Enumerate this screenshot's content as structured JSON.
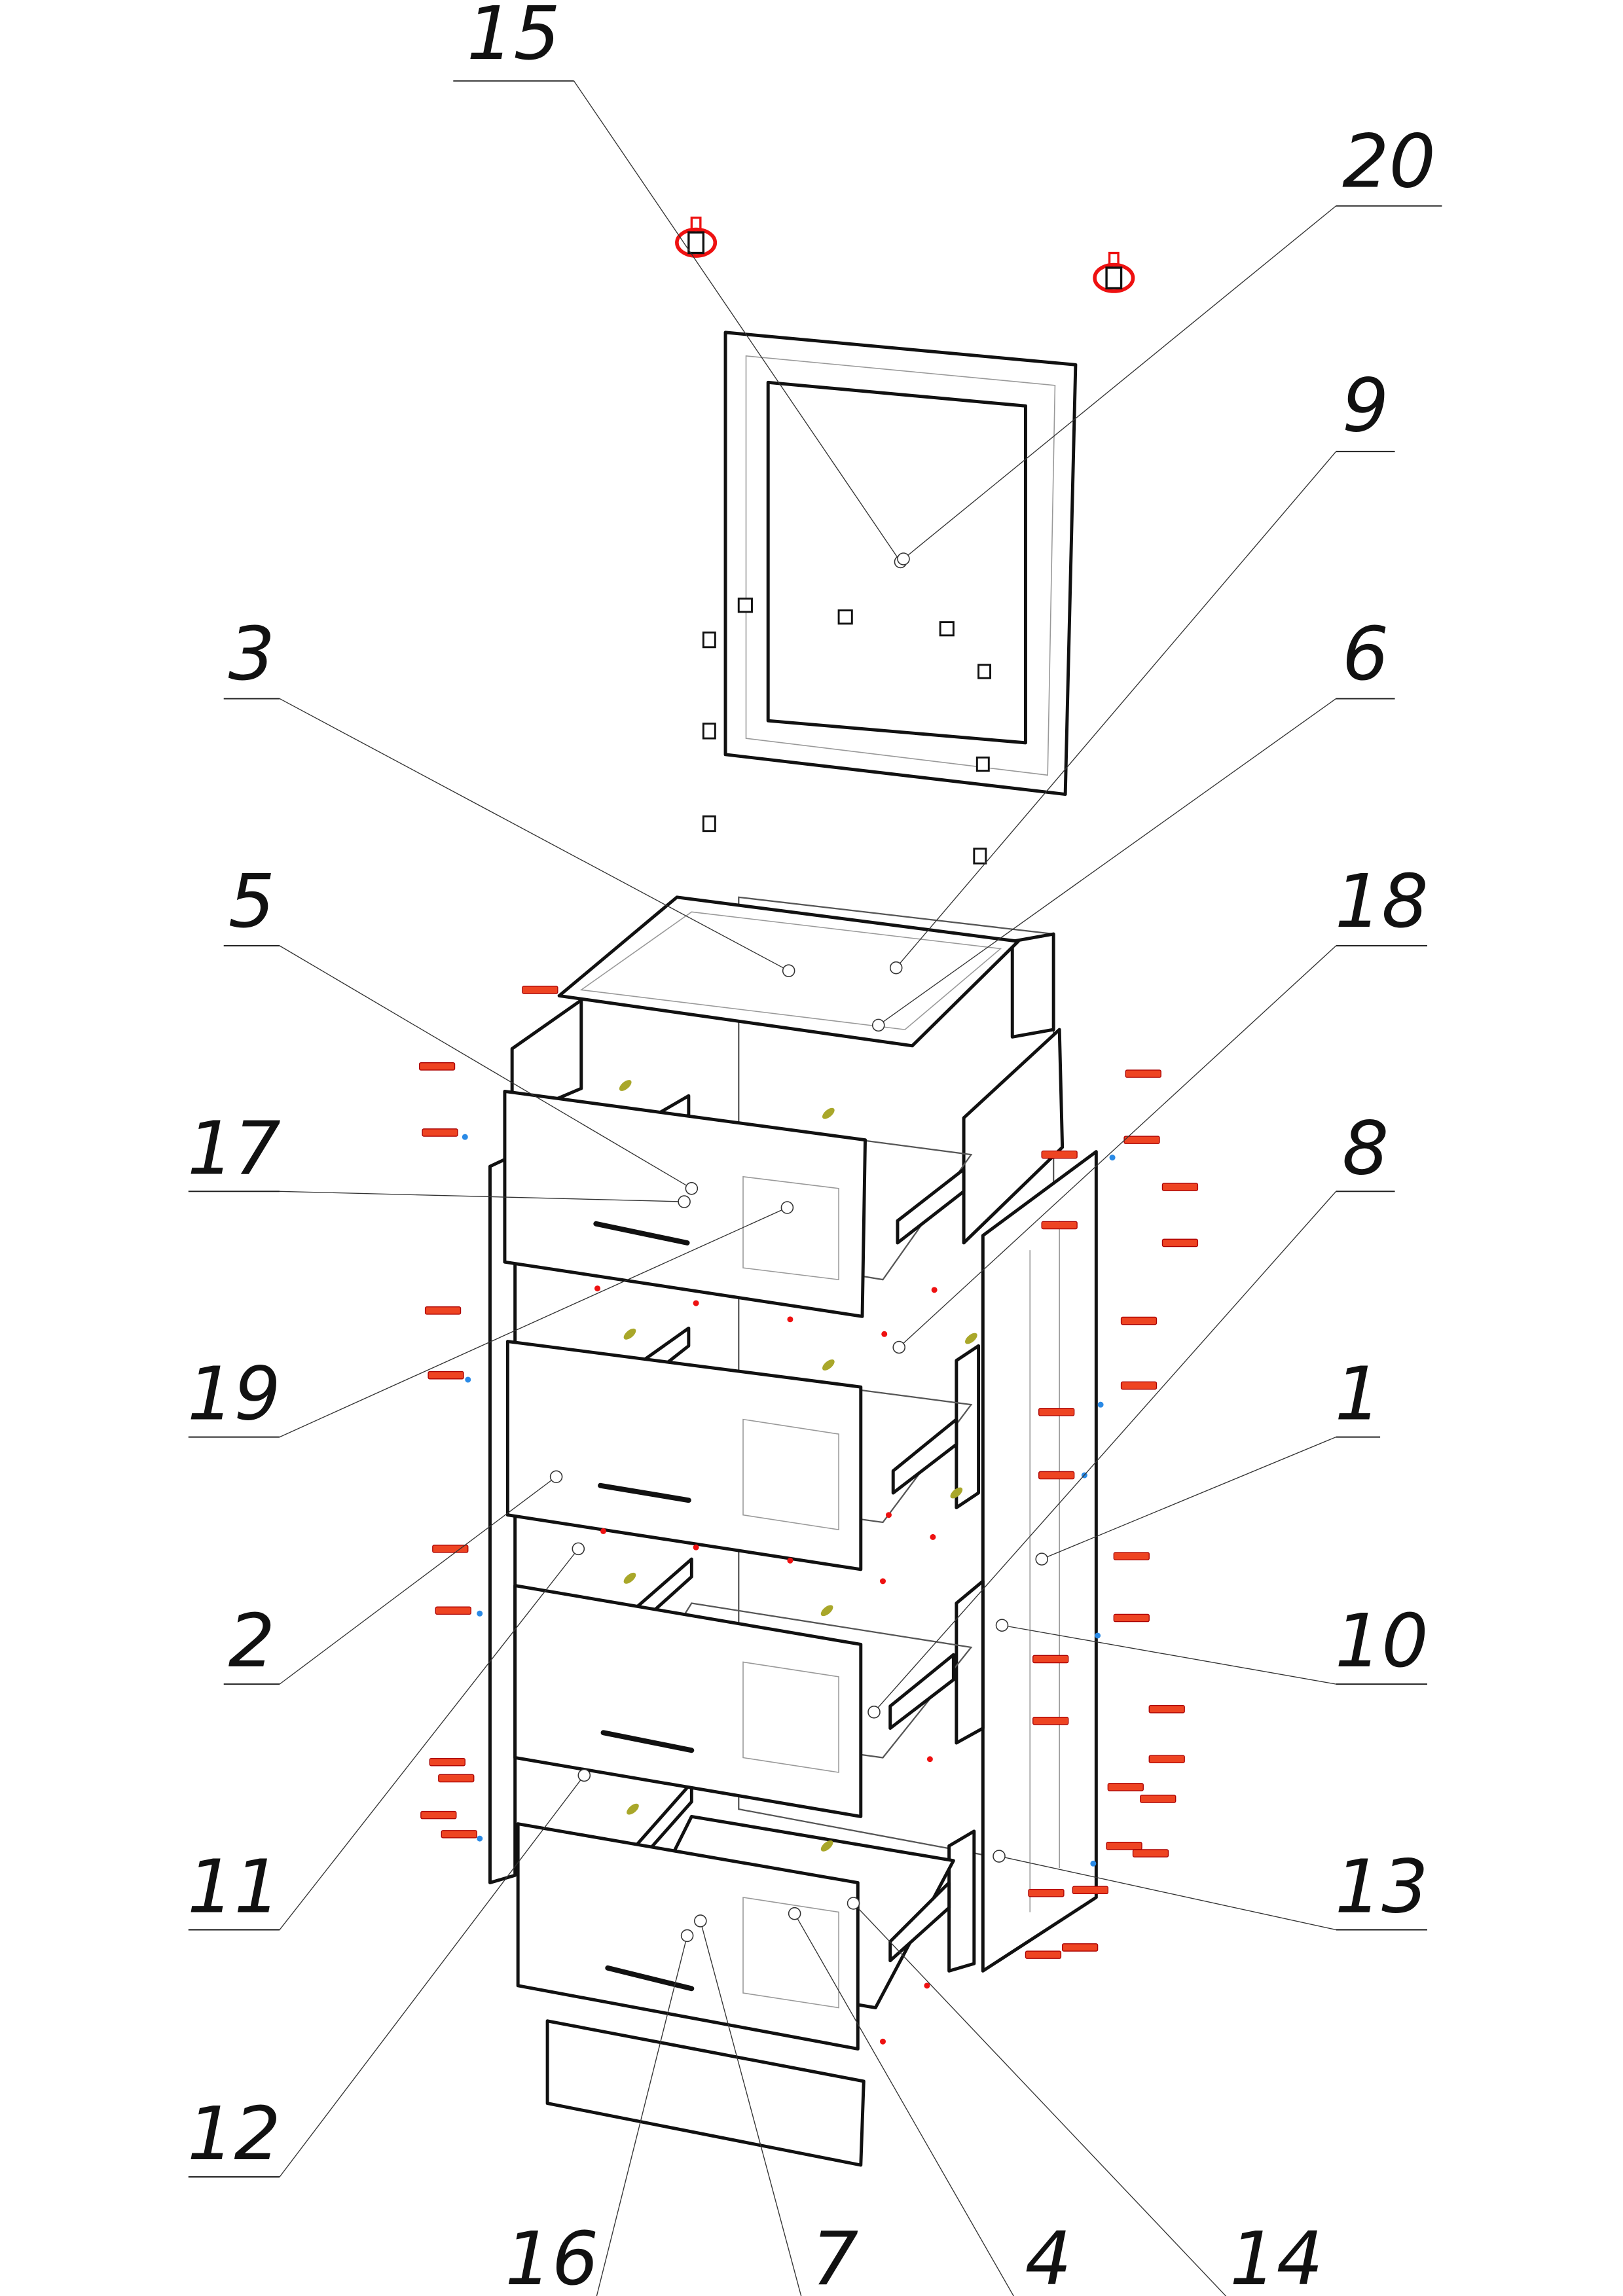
{
  "diagram": {
    "title": "Exploded assembly drawing of a chest of drawers with mirror",
    "callouts": [
      "15",
      "20",
      "9",
      "3",
      "6",
      "5",
      "18",
      "17",
      "8",
      "19",
      "1",
      "2",
      "10",
      "11",
      "13",
      "12",
      "16",
      "7",
      "4",
      "14"
    ]
  },
  "colors": {
    "line": "#111111",
    "screw": "#e42222",
    "dowel": "#a9a72a",
    "pin": "#2a8ae6"
  }
}
